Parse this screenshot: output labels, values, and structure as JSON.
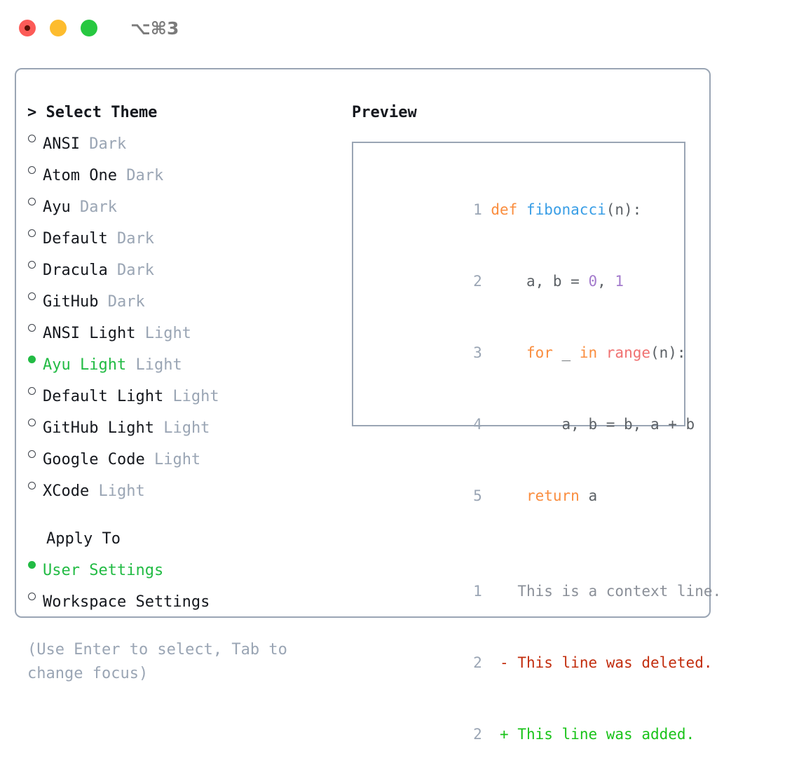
{
  "window": {
    "title": "⌥⌘3",
    "lights": [
      {
        "name": "close",
        "color": "#fc5b57"
      },
      {
        "name": "minimize",
        "color": "#fdbc2e"
      },
      {
        "name": "zoom",
        "color": "#27c840"
      }
    ]
  },
  "theme_picker": {
    "heading": "> Select Theme",
    "selected_theme": "Ayu Light",
    "accent_color": "#22bb44",
    "muted_color": "#9aa5b4",
    "items": [
      {
        "label": "ANSI",
        "suffix": "Dark",
        "selected": false
      },
      {
        "label": "Atom One",
        "suffix": "Dark",
        "selected": false
      },
      {
        "label": "Ayu",
        "suffix": "Dark",
        "selected": false
      },
      {
        "label": "Default",
        "suffix": "Dark",
        "selected": false
      },
      {
        "label": "Dracula",
        "suffix": "Dark",
        "selected": false
      },
      {
        "label": "GitHub",
        "suffix": "Dark",
        "selected": false
      },
      {
        "label": "ANSI Light",
        "suffix": "Light",
        "selected": false
      },
      {
        "label": "Ayu Light",
        "suffix": "Light",
        "selected": true
      },
      {
        "label": "Default Light",
        "suffix": "Light",
        "selected": false
      },
      {
        "label": "GitHub Light",
        "suffix": "Light",
        "selected": false
      },
      {
        "label": "Google Code",
        "suffix": "Light",
        "selected": false
      },
      {
        "label": "XCode",
        "suffix": "Light",
        "selected": false
      }
    ]
  },
  "apply_to": {
    "heading": "Apply To",
    "selected": "User Settings",
    "items": [
      {
        "label": "User Settings",
        "selected": true
      },
      {
        "label": "Workspace Settings",
        "selected": false
      }
    ]
  },
  "hint": "(Use Enter to select, Tab to change focus)",
  "preview": {
    "title": "Preview",
    "code_lines": [
      {
        "number": "1",
        "tokens": [
          {
            "text": "def ",
            "kind": "keyword"
          },
          {
            "text": "fibonacci",
            "kind": "function"
          },
          {
            "text": "(n):",
            "kind": "plain"
          }
        ]
      },
      {
        "number": "2",
        "tokens": [
          {
            "text": "    a, b = ",
            "kind": "plain"
          },
          {
            "text": "0",
            "kind": "number"
          },
          {
            "text": ", ",
            "kind": "plain"
          },
          {
            "text": "1",
            "kind": "number"
          }
        ]
      },
      {
        "number": "3",
        "tokens": [
          {
            "text": "    ",
            "kind": "plain"
          },
          {
            "text": "for",
            "kind": "keyword"
          },
          {
            "text": " _ ",
            "kind": "plain"
          },
          {
            "text": "in",
            "kind": "keyword"
          },
          {
            "text": " ",
            "kind": "plain"
          },
          {
            "text": "range",
            "kind": "call"
          },
          {
            "text": "(n):",
            "kind": "plain"
          }
        ]
      },
      {
        "number": "4",
        "tokens": [
          {
            "text": "        a, b = b, a + b",
            "kind": "plain"
          }
        ]
      },
      {
        "number": "5",
        "tokens": [
          {
            "text": "    ",
            "kind": "plain"
          },
          {
            "text": "return",
            "kind": "keyword"
          },
          {
            "text": " a",
            "kind": "plain"
          }
        ]
      }
    ],
    "diff_lines": [
      {
        "number": "1",
        "marker": " ",
        "text": "This is a context line.",
        "kind": "context"
      },
      {
        "number": "2",
        "marker": "-",
        "text": "This line was deleted.",
        "kind": "deleted"
      },
      {
        "number": "2",
        "marker": "+",
        "text": "This line was added.",
        "kind": "added"
      }
    ],
    "syntax_colors": {
      "keyword": "#fa8d3e",
      "function": "#399ee6",
      "call": "#f07171",
      "number": "#a37acc",
      "plain": "#5c6166",
      "line_number": "#9aa5b4",
      "diff_context": "#8a8f98",
      "diff_deleted": "#c22d0d",
      "diff_added": "#19c319"
    }
  }
}
